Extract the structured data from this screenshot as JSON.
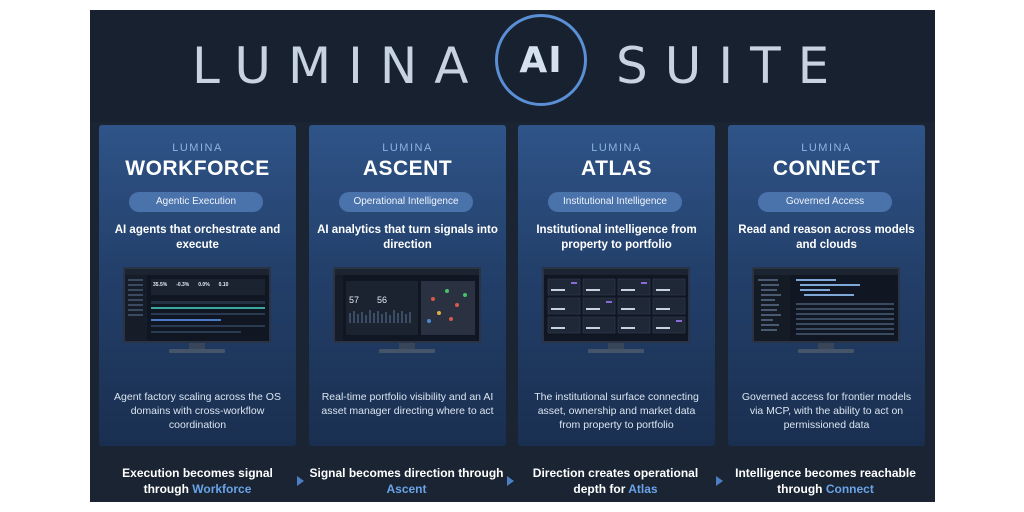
{
  "header": {
    "word_left": "LUMINA",
    "badge": "AI",
    "word_right": "SUITE"
  },
  "colors": {
    "background": "#1a2433",
    "card_top": "#2f5488",
    "card_bottom": "#1a2f50",
    "pill": "#4a72ab",
    "accent": "#6aa3e8"
  },
  "cards": [
    {
      "brand": "LUMINA",
      "product": "WORKFORCE",
      "pill": "Agentic Execution",
      "tagline": "AI agents that orchestrate and execute",
      "description": "Agent factory scaling across the OS domains with cross-workflow coordination",
      "screen_icon": "monitor-dashboard-icon",
      "screen_values": [
        "35.5%",
        "-0.3%",
        "0.0%",
        "0.10"
      ]
    },
    {
      "brand": "LUMINA",
      "product": "ASCENT",
      "pill": "Operational Intelligence",
      "tagline": "AI analytics that turn signals into direction",
      "description": "Real-time portfolio visibility and an AI asset manager directing where to act",
      "screen_icon": "monitor-analytics-icon",
      "screen_values": [
        "57",
        "56"
      ]
    },
    {
      "brand": "LUMINA",
      "product": "ATLAS",
      "pill": "Institutional Intelligence",
      "tagline": "Institutional intelligence from property to portfolio",
      "description": "The institutional surface connecting asset, ownership and market data from property to portfolio",
      "screen_icon": "monitor-grid-icon"
    },
    {
      "brand": "LUMINA",
      "product": "CONNECT",
      "pill": "Governed Access",
      "tagline": "Read and reason across models and clouds",
      "description": "Governed access for frontier models via MCP, with the ability to act on permissioned data",
      "screen_icon": "monitor-code-icon"
    }
  ],
  "footer": [
    {
      "text": "Execution becomes signal through ",
      "accent": "Workforce"
    },
    {
      "text": "Signal becomes direction through ",
      "accent": "Ascent"
    },
    {
      "text": "Direction creates operational depth for ",
      "accent": "Atlas"
    },
    {
      "text": "Intelligence becomes reachable through ",
      "accent": "Connect"
    }
  ]
}
